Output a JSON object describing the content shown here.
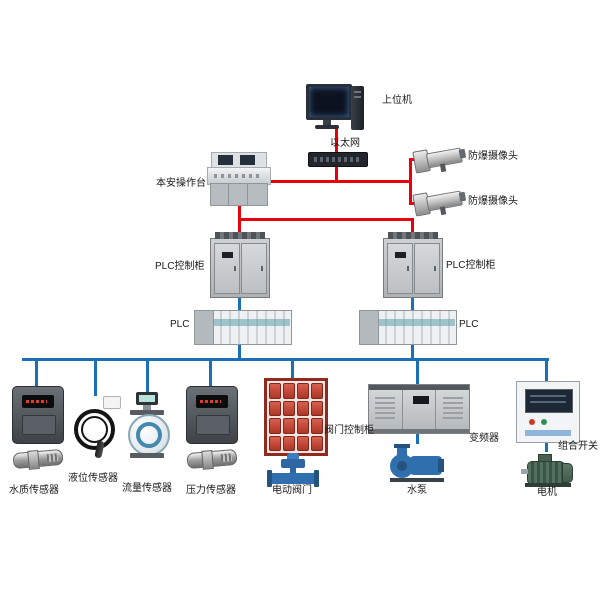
{
  "colors": {
    "red_line": "#e8000d",
    "blue_line": "#1a6fb5"
  },
  "nodes": {
    "host": {
      "label": "上位机"
    },
    "ethernet": {
      "label": "以太网"
    },
    "camera_top": {
      "label": "防爆摄像头"
    },
    "camera_bottom": {
      "label": "防爆摄像头"
    },
    "console": {
      "label": "本安操作台"
    },
    "plc_cabinet_left": {
      "label": "PLC控制柜"
    },
    "plc_cabinet_right": {
      "label": "PLC控制柜"
    },
    "plc_left": {
      "label": "PLC"
    },
    "plc_right": {
      "label": "PLC"
    },
    "water_quality": {
      "label": "水质传感器"
    },
    "level": {
      "label": "液位传感器"
    },
    "flow": {
      "label": "流量传感器"
    },
    "pressure": {
      "label": "压力传感器"
    },
    "valve_cabinet": {
      "label": "阀门控制柜"
    },
    "valve": {
      "label": "电动阀门"
    },
    "inverter": {
      "label": "变频器"
    },
    "pump": {
      "label": "水泵"
    },
    "combo_switch": {
      "label": "组合开关"
    },
    "motor": {
      "label": "电机"
    }
  }
}
